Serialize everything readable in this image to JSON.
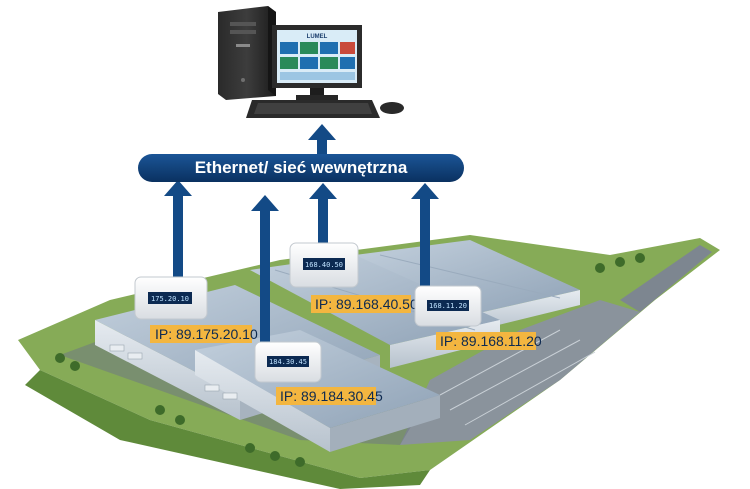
{
  "network": {
    "bus_label": "Ethernet/ sieć wewnętrzna"
  },
  "computer": {
    "screen_brand": "LUMEL"
  },
  "devices": [
    {
      "id": "meter-1",
      "ip": "IP: 89.175.20.10",
      "display": "175.20.10"
    },
    {
      "id": "meter-2",
      "ip": "IP: 89.184.30.45",
      "display": "184.30.45"
    },
    {
      "id": "meter-3",
      "ip": "IP: 89.168.40.50",
      "display": "168.40.50"
    },
    {
      "id": "meter-4",
      "ip": "IP: 89.168.11.20",
      "display": "168.11.20"
    }
  ],
  "colors": {
    "bus": "#0d3a6b",
    "arrow": "#134a86",
    "ip_label": "#f3b640",
    "roof": "#a9b9c9",
    "grass": "#7fa54f"
  }
}
